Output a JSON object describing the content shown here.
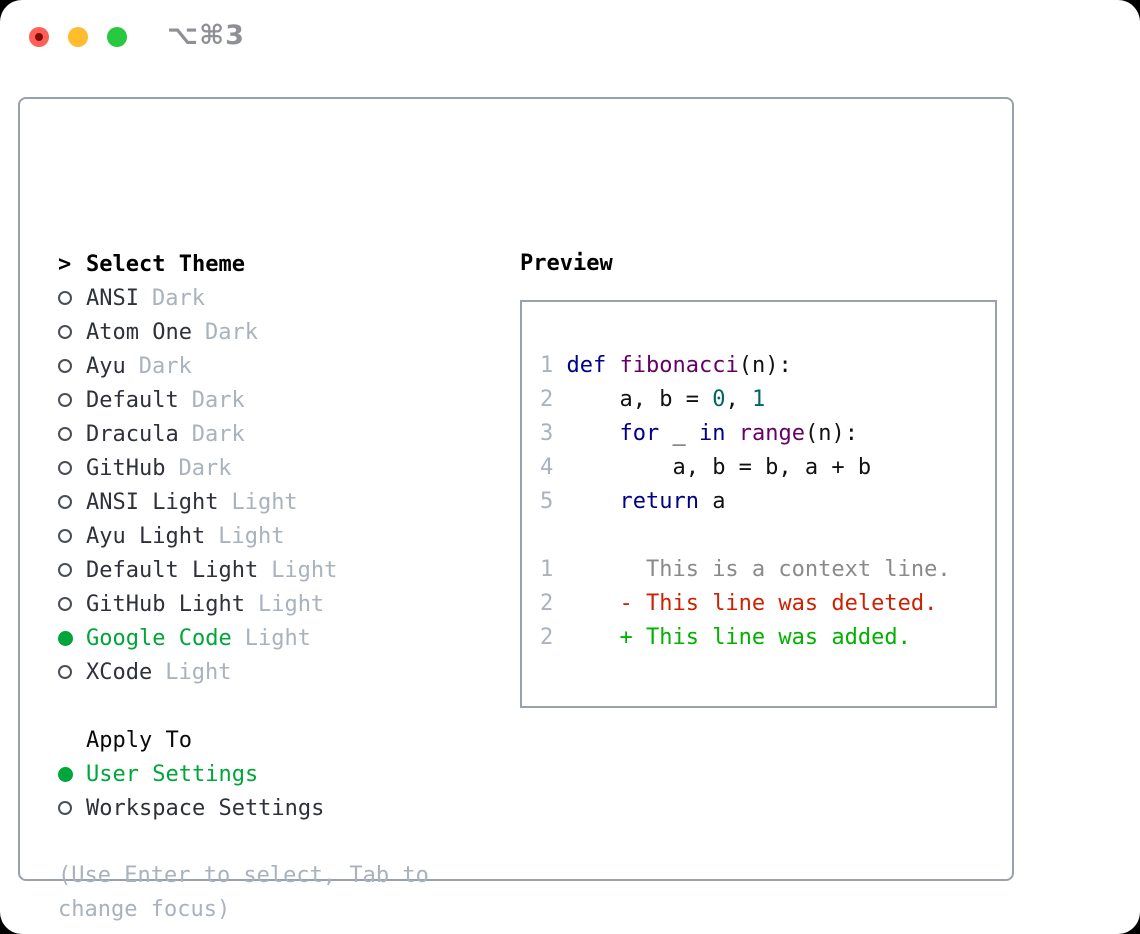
{
  "window": {
    "title": "⌥⌘3",
    "traffic_lights": [
      {
        "icon": "close-button",
        "color": "#ff5f57"
      },
      {
        "icon": "minimize-button",
        "color": "#febc2e"
      },
      {
        "icon": "zoom-button",
        "color": "#28c840"
      }
    ]
  },
  "theme_panel": {
    "cursor": ">",
    "header": "Select Theme",
    "items": [
      {
        "name": "ANSI",
        "variant": "Dark",
        "selected": false
      },
      {
        "name": "Atom One",
        "variant": "Dark",
        "selected": false
      },
      {
        "name": "Ayu",
        "variant": "Dark",
        "selected": false
      },
      {
        "name": "Default",
        "variant": "Dark",
        "selected": false
      },
      {
        "name": "Dracula",
        "variant": "Dark",
        "selected": false
      },
      {
        "name": "GitHub",
        "variant": "Dark",
        "selected": false
      },
      {
        "name": "ANSI Light",
        "variant": "Light",
        "selected": false
      },
      {
        "name": "Ayu Light",
        "variant": "Light",
        "selected": false
      },
      {
        "name": "Default Light",
        "variant": "Light",
        "selected": false
      },
      {
        "name": "GitHub Light",
        "variant": "Light",
        "selected": false
      },
      {
        "name": "Google Code",
        "variant": "Light",
        "selected": true
      },
      {
        "name": "XCode",
        "variant": "Light",
        "selected": false
      }
    ],
    "apply_to": {
      "header": "Apply To",
      "options": [
        {
          "label": "User Settings",
          "selected": true
        },
        {
          "label": "Workspace Settings",
          "selected": false
        }
      ]
    },
    "hint": "(Use Enter to select, Tab to change focus)"
  },
  "preview": {
    "header": "Preview",
    "lines": [
      [
        [
          "n",
          "1"
        ],
        [
          "t",
          " "
        ],
        [
          "kw",
          "def"
        ],
        [
          "t",
          " "
        ],
        [
          "fn",
          "fibonacci"
        ],
        [
          "t",
          "(n):"
        ]
      ],
      [
        [
          "n",
          "2"
        ],
        [
          "t",
          "     a, b = "
        ],
        [
          "lit",
          "0"
        ],
        [
          "t",
          ", "
        ],
        [
          "lit",
          "1"
        ]
      ],
      [
        [
          "n",
          "3"
        ],
        [
          "t",
          "     "
        ],
        [
          "kw",
          "for"
        ],
        [
          "t",
          " _ "
        ],
        [
          "kw",
          "in"
        ],
        [
          "t",
          " "
        ],
        [
          "fn",
          "range"
        ],
        [
          "t",
          "(n):"
        ]
      ],
      [
        [
          "n",
          "4"
        ],
        [
          "t",
          "         a, b = b, a + b"
        ]
      ],
      [
        [
          "n",
          "5"
        ],
        [
          "t",
          "     "
        ],
        [
          "kw",
          "return"
        ],
        [
          "t",
          " a"
        ]
      ],
      [],
      [
        [
          "n",
          "1"
        ],
        [
          "ctx",
          "       This is a context line."
        ]
      ],
      [
        [
          "n",
          "2"
        ],
        [
          "del",
          "     - This line was deleted."
        ]
      ],
      [
        [
          "n",
          "2"
        ],
        [
          "add",
          "     + This line was added."
        ]
      ]
    ]
  },
  "colors": {
    "selection_green": "#00a63a",
    "added_green": "#00b100",
    "deleted_red": "#cc2200",
    "keyword_blue": "#000088",
    "function_purple": "#660066",
    "literal_teal": "#006666",
    "muted_gray": "#a9b2bd",
    "context_gray": "#8a8a8a",
    "border_gray": "#98a1ac",
    "traffic_red": "#ff5f57",
    "traffic_yellow": "#febc2e",
    "traffic_green": "#28c840"
  }
}
